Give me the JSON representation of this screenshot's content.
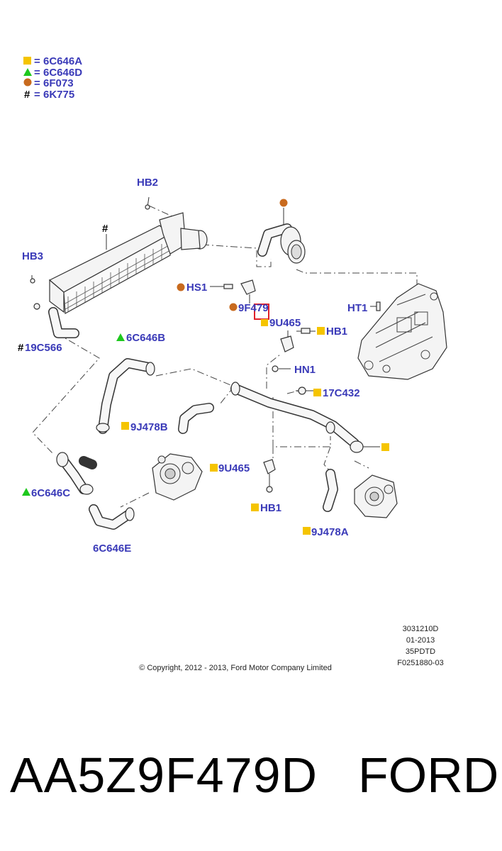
{
  "legend": [
    {
      "symbol": "square",
      "color": "#f5c400",
      "eq": "=",
      "code": "6C646A"
    },
    {
      "symbol": "triangle",
      "color": "#1ec81e",
      "eq": "=",
      "code": "6C646D"
    },
    {
      "symbol": "circle",
      "color": "#c86a1e",
      "eq": "=",
      "code": "6F073"
    },
    {
      "symbol": "#",
      "color": "#000000",
      "eq": "=",
      "code": "6K775"
    }
  ],
  "labels": {
    "hb2": "HB2",
    "hb3": "HB3",
    "hash": "#",
    "hs1": "HS1",
    "f479": "9F479",
    "ht1": "HT1",
    "u465_top": "9U465",
    "hb1_top": "HB1",
    "c566_hash": "#",
    "c566": "19C566",
    "c646b": "6C646B",
    "hn1": "HN1",
    "c432": "17C432",
    "j478b": "9J478B",
    "u465_bottom": "9U465",
    "c646c": "6C646C",
    "hb1_bottom": "HB1",
    "j478a": "9J478A",
    "c646e": "6C646E"
  },
  "doc_info": [
    "3031210D",
    "01-2013",
    "35PDTD",
    "F0251880-03"
  ],
  "copyright": "© Copyright, 2012 - 2013, Ford Motor Company Limited",
  "part_number": "AA5Z9F479D",
  "brand": "FORD",
  "colors": {
    "label": "#3a3ab8",
    "square": "#f5c400",
    "triangle": "#1ec81e",
    "circle": "#c86a1e",
    "highlight": "#e0202a"
  },
  "icons": [
    "yellow-square-icon",
    "green-triangle-icon",
    "orange-circle-icon",
    "hash-icon"
  ]
}
